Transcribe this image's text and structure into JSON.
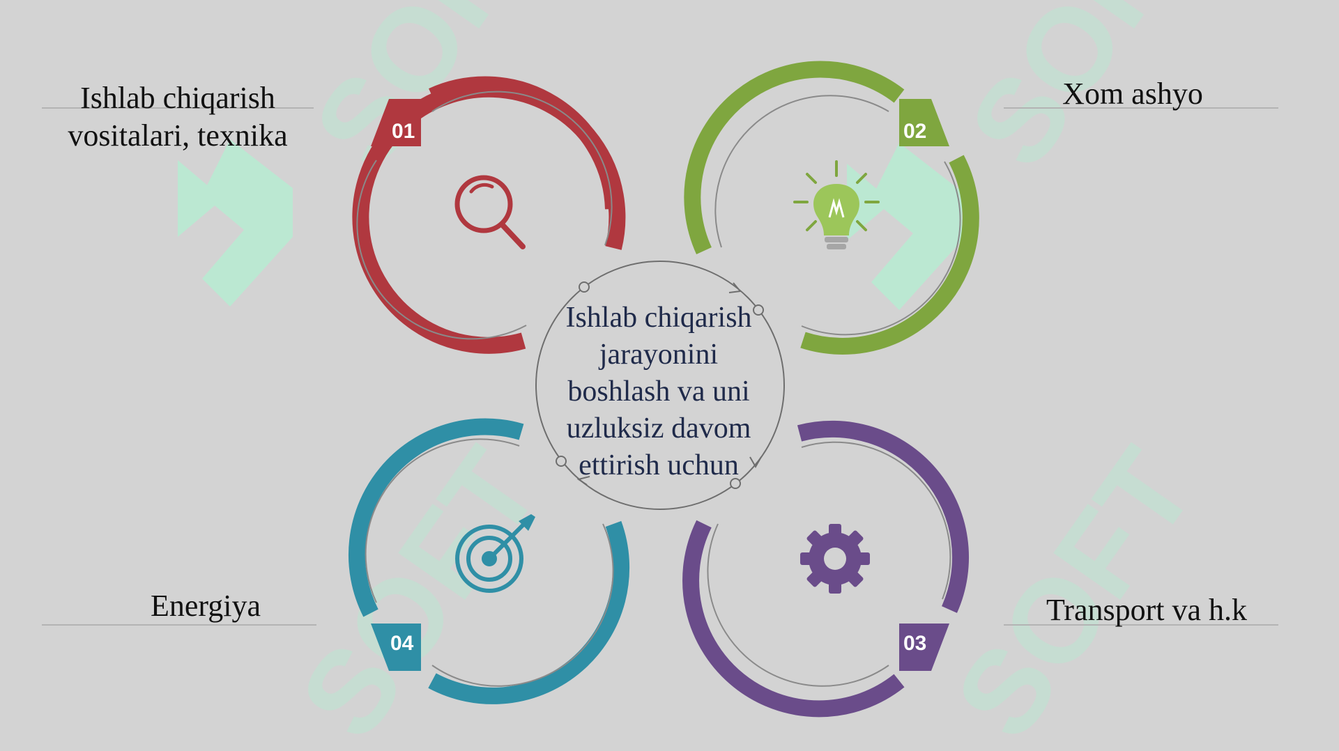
{
  "center": {
    "text": "Ishlab chiqarish\njarayonini\nboshlash va uni\nuzluksiz davom\nettirish uchun"
  },
  "items": [
    {
      "number": "01",
      "label": "Ishlab chiqarish\nvositalari, texnika",
      "icon": "magnifier-icon",
      "color": "#b0383f"
    },
    {
      "number": "02",
      "label": "Xom ashyo",
      "icon": "lightbulb-icon",
      "color": "#7fa63f"
    },
    {
      "number": "03",
      "label": "Transport va h.k",
      "icon": "gear-icon",
      "color": "#6a4c8a"
    },
    {
      "number": "04",
      "label": "Energiya",
      "icon": "target-icon",
      "color": "#2f8fa6"
    }
  ],
  "watermark": {
    "text": "SOFT",
    "color": "#b8ecd2"
  }
}
